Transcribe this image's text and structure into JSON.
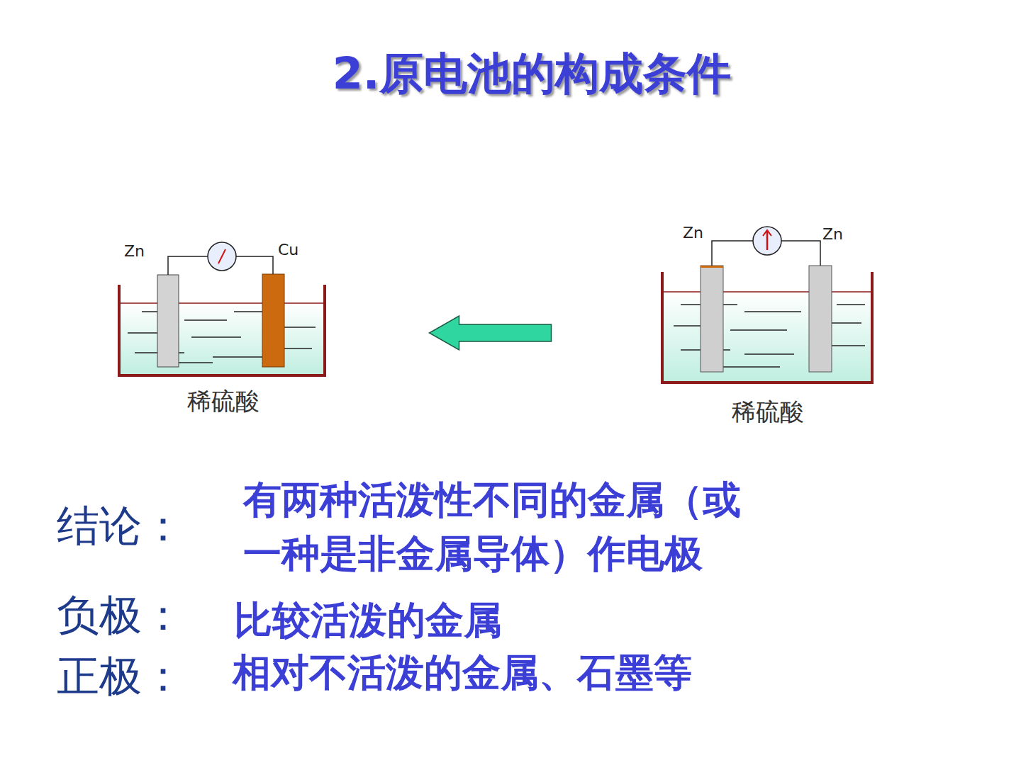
{
  "diagram": {
    "title": "2.原电池的构成条件",
    "nodes": [
      {
        "text": [
          "稀硫酸"
        ]
      },
      {
        "text": [
          "稀硫酸"
        ]
      }
    ],
    "edges": [
      {
        "from": 1,
        "to": 0,
        "arrow": "to"
      }
    ],
    "labels": [
      "Zn",
      "Cu",
      "Zn",
      "Zn",
      "结论：",
      "有两种活泼性不同的金属（或 一种是非金属导体）作电极",
      "负极：",
      "比较活泼的金属",
      "正极：",
      "相对不活泼的金属、石墨等"
    ]
  }
}
